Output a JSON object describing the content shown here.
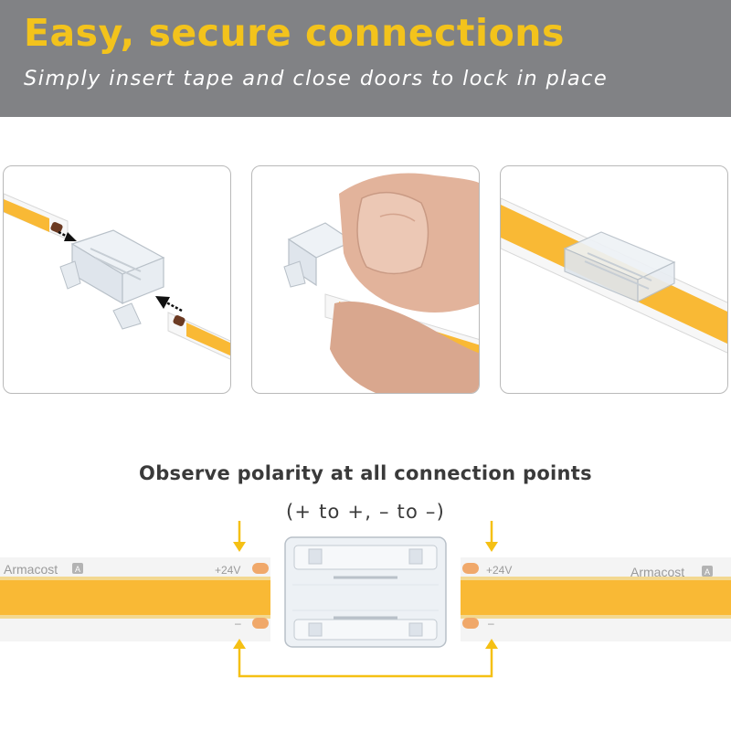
{
  "header": {
    "title": "Easy, secure connections",
    "subtitle": "Simply insert tape and close doors to lock in place"
  },
  "polarity": {
    "title": "Observe polarity at all connection points",
    "subtitle": "(+ to +, – to –)"
  },
  "tape": {
    "brand": "Armacost",
    "positive_label": "+24V",
    "negative_label": "–"
  },
  "colors": {
    "header_bg": "#818285",
    "title_accent": "#f3c31c",
    "led_yellow": "#f9b935",
    "arrow_yellow": "#f5c014",
    "copper_pad": "#f0a86a"
  }
}
